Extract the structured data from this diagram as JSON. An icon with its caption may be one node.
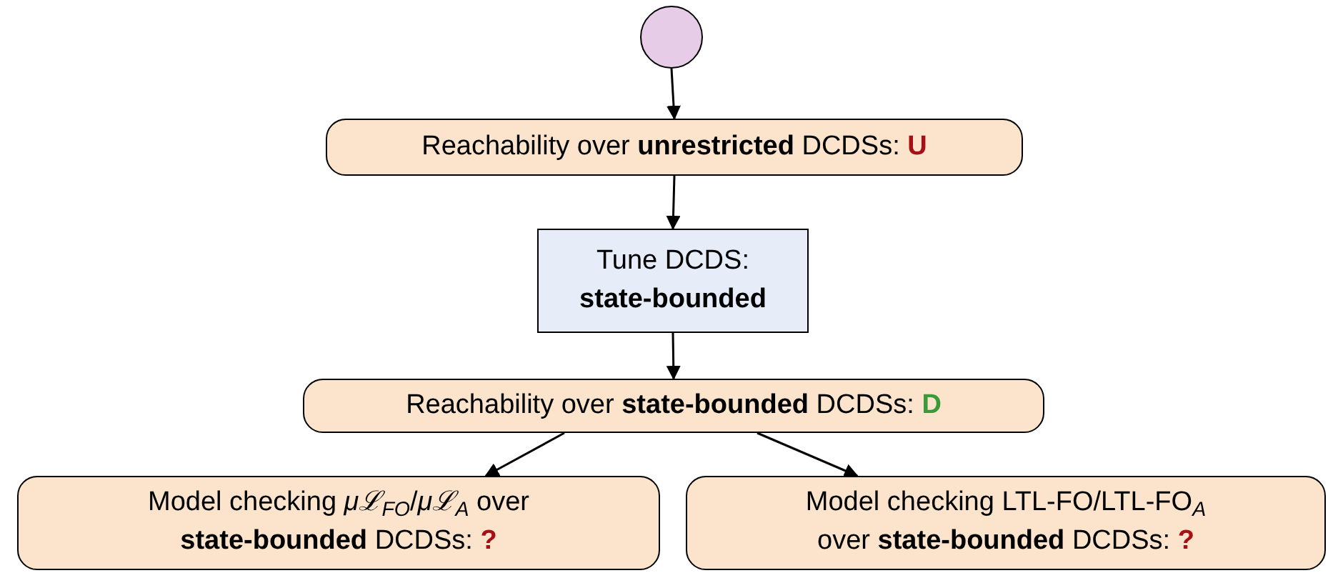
{
  "diagram": {
    "nodes": [
      {
        "text": [],
        "shape": "circle"
      },
      {
        "text": [
          "Reachability over **unrestricted** DCDSs:",
          "U"
        ]
      },
      {
        "text": [
          "Tune DCDS:",
          "state-bounded"
        ]
      },
      {
        "text": [
          "Reachability over **state-bounded** DCDSs:",
          "D"
        ]
      },
      {
        "text": [
          "Model checking *μℒ*$_{FO}$/*μℒ*$_{A}$ over **state-bounded** DCDSs:",
          "?"
        ]
      },
      {
        "text": [
          "Model checking LTL-FO/LTL-FO$_{A}$ over **state-bounded** DCDSs:",
          "?"
        ]
      }
    ],
    "edges": [
      {
        "from": 0,
        "to": 1,
        "arrow": "to"
      },
      {
        "from": 1,
        "to": 2,
        "arrow": "to"
      },
      {
        "from": 2,
        "to": 3,
        "arrow": "to"
      },
      {
        "from": 3,
        "to": 4,
        "arrow": "to"
      },
      {
        "from": 3,
        "to": 5,
        "arrow": "to"
      }
    ]
  }
}
